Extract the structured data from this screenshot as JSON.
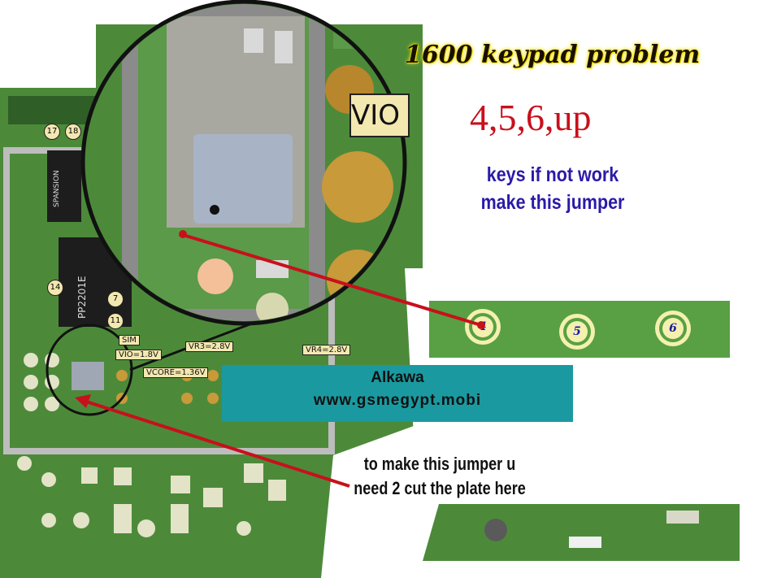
{
  "title": "1600 keypad problem",
  "keys_line": "4,5,6,up",
  "note_top": [
    "keys if not work",
    "make this jumper"
  ],
  "banner": {
    "line1": "Alkawa",
    "line2": "www.gsmegypt.mobi"
  },
  "note_bottom": [
    "to make this jumper u",
    "need 2 cut the plate here"
  ],
  "pads": [
    "4",
    "5",
    "6"
  ],
  "board_labels": {
    "vio_big": "VIO",
    "vio": "VIO=1.8V",
    "vcore": "VCORE=1.36V",
    "vr3": "VR3=2.8V",
    "vr4": "VR4=2.8V",
    "sim": "SIM",
    "n17": "17",
    "n18": "18",
    "n14": "14",
    "n7": "7",
    "n11": "11",
    "chip1": "SPANSION",
    "chip2": "PP2201E"
  },
  "colors": {
    "pcb": "#4c8a3a",
    "pcb_dark": "#2f5e27",
    "gold": "#c89a3a",
    "banner": "#1a9aa0",
    "red": "#c8101c",
    "blue": "#2a1aa8"
  }
}
